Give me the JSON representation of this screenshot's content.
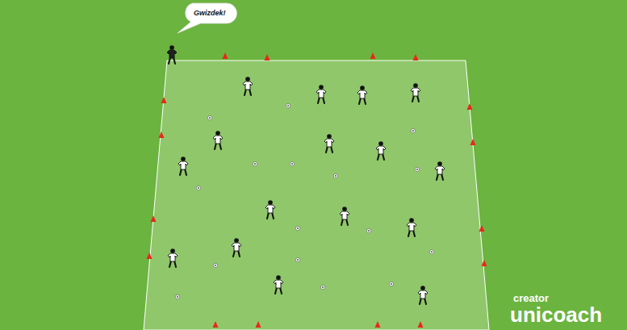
{
  "diagram": {
    "nodes": [
      {
        "text": [
          "Gwizdek!"
        ]
      }
    ],
    "labels": [
      "creator",
      "unicoach"
    ]
  }
}
